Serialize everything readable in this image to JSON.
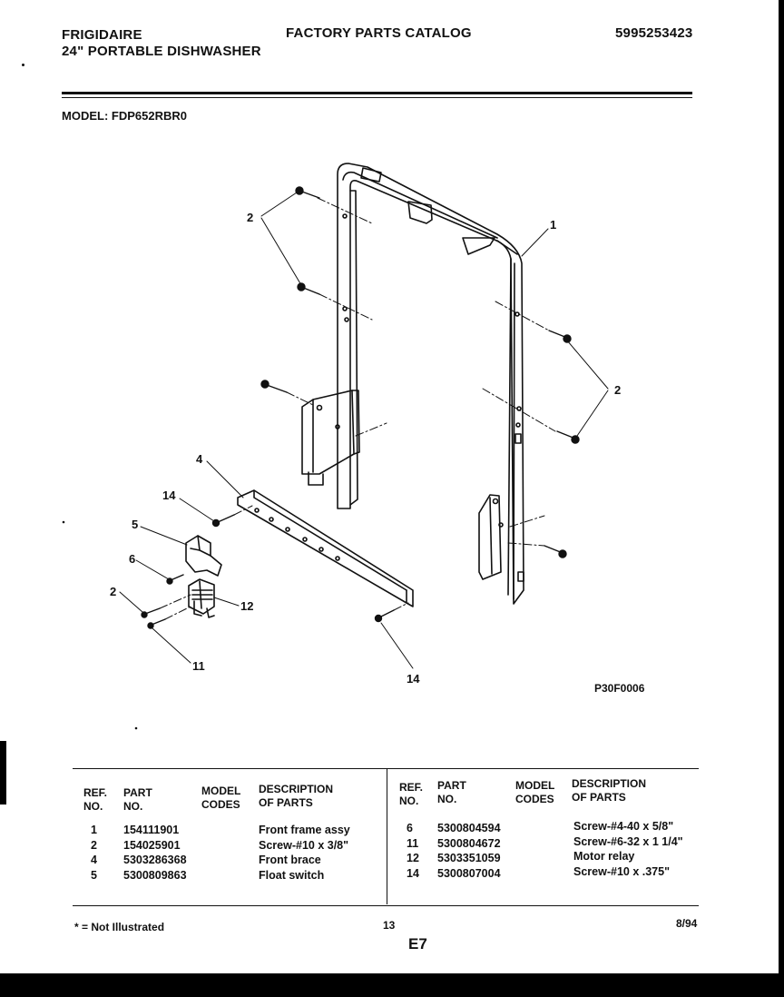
{
  "header": {
    "brand": "FRIGIDAIRE",
    "product": "24\" PORTABLE DISHWASHER",
    "catalog_title": "FACTORY PARTS CATALOG",
    "catalog_number": "5995253423",
    "model_line": "MODEL: FDP652RBR0"
  },
  "diagram": {
    "figure_code": "P30F0006",
    "callouts": {
      "c1": "1",
      "c2a": "2",
      "c2b": "2",
      "c2c": "2",
      "c4": "4",
      "c5": "5",
      "c6": "6",
      "c11": "11",
      "c12": "12",
      "c14a": "14",
      "c14b": "14"
    }
  },
  "parts_table": {
    "headers": {
      "ref": [
        "REF.",
        "NO."
      ],
      "part": [
        "PART",
        "NO."
      ],
      "model": [
        "MODEL",
        "CODES"
      ],
      "desc": [
        "DESCRIPTION",
        "OF PARTS"
      ]
    },
    "left": [
      {
        "ref": "1",
        "part": "154111901",
        "code": "",
        "desc": "Front frame assy"
      },
      {
        "ref": "2",
        "part": "154025901",
        "code": "",
        "desc": "Screw-#10 x 3/8\""
      },
      {
        "ref": "4",
        "part": "5303286368",
        "code": "",
        "desc": "Front brace"
      },
      {
        "ref": "5",
        "part": "5300809863",
        "code": "",
        "desc": "Float switch"
      }
    ],
    "right": [
      {
        "ref": "6",
        "part": "5300804594",
        "code": "",
        "desc": "Screw-#4-40 x 5/8\""
      },
      {
        "ref": "11",
        "part": "5300804672",
        "code": "",
        "desc": "Screw-#6-32 x 1 1/4\""
      },
      {
        "ref": "12",
        "part": "5303351059",
        "code": "",
        "desc": "Motor relay"
      },
      {
        "ref": "14",
        "part": "5300807004",
        "code": "",
        "desc": "Screw-#10 x .375\""
      }
    ]
  },
  "footer": {
    "note": "* = Not Illustrated",
    "page_number": "13",
    "section_code": "E7",
    "date": "8/94"
  }
}
